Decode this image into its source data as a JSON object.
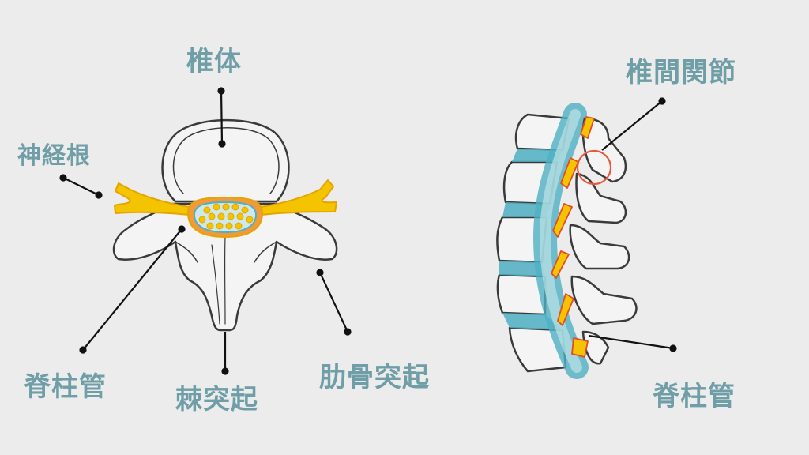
{
  "colors": {
    "background": "#ececec",
    "label_text": "#6f9ea6",
    "nerve_yellow": "#f5c400",
    "nerve_outline": "#e6a400",
    "canal_blue": "#4fb0c3",
    "canal_fill": "#cfe9ea",
    "bone_fill": "#f4f4f4",
    "bone_outline": "#3a3a3a",
    "joint_orange": "#f29a3a",
    "joint_red": "#e24a2a",
    "highlight_circle": "#e8593c"
  },
  "labels": {
    "vertebral_body": "椎体",
    "nerve_root": "神経根",
    "spinal_canal_left": "脊柱管",
    "spinous_process": "棘突起",
    "costal_process": "肋骨突起",
    "facet_joint": "椎間関節",
    "spinal_canal_right": "脊柱管"
  },
  "icons": {
    "axial_view": "lumbar-vertebra-top-view",
    "side_view": "lumbar-spine-side-view",
    "highlight": "facet-joint-highlight-circle"
  }
}
